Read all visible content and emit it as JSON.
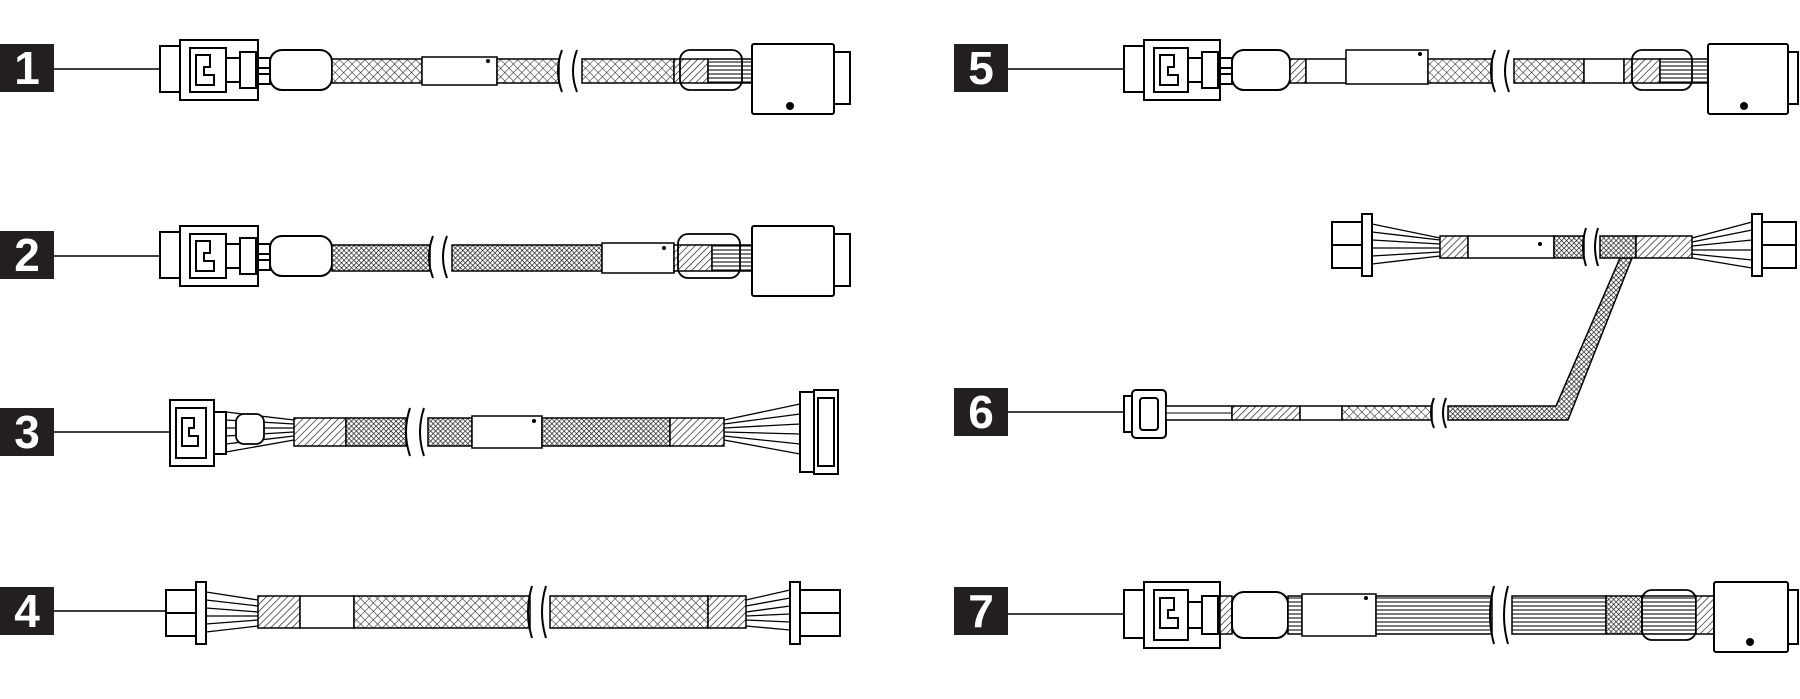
{
  "figure": {
    "type": "cable-illustration",
    "style": "black line art on white",
    "callout_colors": {
      "box": "#231f20",
      "text": "#ffffff"
    },
    "cables": [
      {
        "id": "1",
        "label": "1",
        "ends": [
          "latch-connector",
          "straight-connector"
        ]
      },
      {
        "id": "2",
        "label": "2",
        "ends": [
          "latch-connector",
          "straight-connector"
        ]
      },
      {
        "id": "3",
        "label": "3",
        "ends": [
          "latch-connector",
          "edge-connector"
        ]
      },
      {
        "id": "4",
        "label": "4",
        "ends": [
          "power-connector",
          "power-connector"
        ]
      },
      {
        "id": "5",
        "label": "5",
        "ends": [
          "latch-connector",
          "straight-connector"
        ]
      },
      {
        "id": "6",
        "label": "6",
        "ends": [
          "small-connector",
          "power-connector",
          "power-connector"
        ]
      },
      {
        "id": "7",
        "label": "7",
        "ends": [
          "latch-connector",
          "straight-connector"
        ]
      }
    ]
  }
}
